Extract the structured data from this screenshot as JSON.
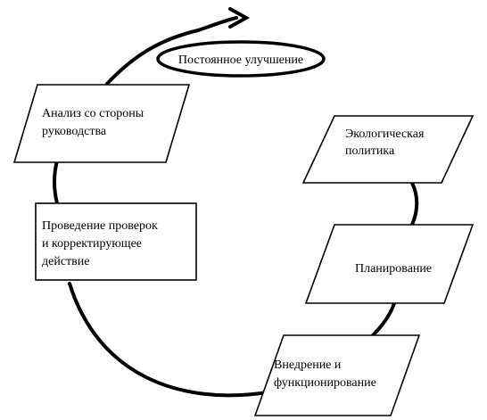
{
  "diagram": {
    "center_label": "Постоянное улучшение",
    "steps": [
      {
        "id": "ecopolicy",
        "lines": [
          "Экологическая",
          "политика"
        ]
      },
      {
        "id": "planning",
        "lines": [
          "Планирование"
        ]
      },
      {
        "id": "implementation",
        "lines": [
          "Внедрение и",
          "функционирование"
        ]
      },
      {
        "id": "checking",
        "lines": [
          "Проведение проверок",
          "и корректирующее",
          "действие"
        ]
      },
      {
        "id": "review",
        "lines": [
          "Анализ со стороны",
          "руководства"
        ]
      }
    ],
    "colors": {
      "stroke": "#000000",
      "fill": "#ffffff"
    }
  }
}
